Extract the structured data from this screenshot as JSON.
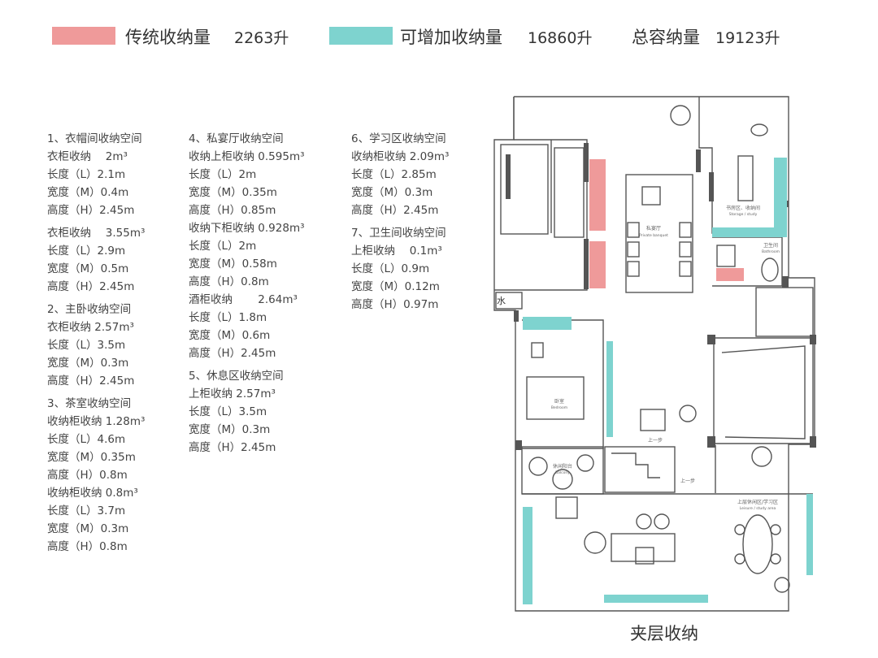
{
  "colors": {
    "traditional": "#ef9a9a",
    "added": "#7ed3cf",
    "wall": "#555555"
  },
  "legend": {
    "traditional_label": "传统收纳量",
    "traditional_value": "2263升",
    "added_label": "可增加收纳量",
    "added_value": "16860升",
    "total_label": "总容纳量",
    "total_value": "19123升"
  },
  "columns": [
    [
      [
        "1、衣帽间收纳空间",
        "衣柜收纳　 2m³",
        "长度（L）2.1m",
        "宽度（M）0.4m",
        "高度（H）2.45m"
      ],
      [
        "衣柜收纳　 3.55m³",
        "长度（L）2.9m",
        "宽度（M）0.5m",
        "高度（H）2.45m"
      ],
      [
        "2、主卧收纳空间",
        "衣柜收纳 2.57m³",
        "长度（L）3.5m",
        "宽度（M）0.3m",
        "高度（H）2.45m"
      ],
      [
        "3、茶室收纳空间",
        "收纳柜收纳 1.28m³",
        "长度（L）4.6m",
        "宽度（M）0.35m",
        "高度（H）0.8m",
        "收纳柜收纳 0.8m³",
        "长度（L）3.7m",
        "宽度（M）0.3m",
        "高度（H）0.8m"
      ]
    ],
    [
      [
        "4、私宴厅收纳空间",
        "收纳上柜收纳 0.595m³",
        "长度（L）2m",
        "宽度（M）0.35m",
        "高度（H）0.85m",
        "收纳下柜收纳 0.928m³",
        "长度（L）2m",
        "宽度（M）0.58m",
        "高度（H）0.8m",
        "酒柜收纳　　 2.64m³",
        "长度（L）1.8m",
        "宽度（M）0.6m",
        "高度（H）2.45m"
      ],
      [
        "5、休息区收纳空间",
        "上柜收纳 2.57m³",
        "长度（L）3.5m",
        "宽度（M）0.3m",
        "高度（H）2.45m"
      ]
    ],
    [
      [
        "6、学习区收纳空间",
        "收纳柜收纳 2.09m³",
        "长度（L）2.85m",
        "宽度（M）0.3m",
        "高度（H）2.45m"
      ],
      [
        "7、卫生间收纳空间",
        "上柜收纳　 0.1m³",
        "长度（L）0.9m",
        "宽度（M）0.12m",
        "高度（H）0.97m"
      ]
    ]
  ],
  "plan": {
    "water_label": "水",
    "room_dining": "私宴厅",
    "room_dining_en": "Private banquet",
    "room_study": "书房区、收纳间",
    "room_study_en": "Storage / study",
    "room_bath": "卫生间",
    "room_bath_en": "Bathroom",
    "room_bedroom": "卧室",
    "room_bedroom_en": "Bedroom",
    "room_balcony": "休闲阳台",
    "room_balcony_en": "Balcony",
    "room_lounge": "上层休闲区/学习区",
    "room_lounge_en": "Leisure / study area",
    "stair_up_1": "上一步",
    "stair_up_2": "上一步"
  },
  "caption": "夹层收纳"
}
